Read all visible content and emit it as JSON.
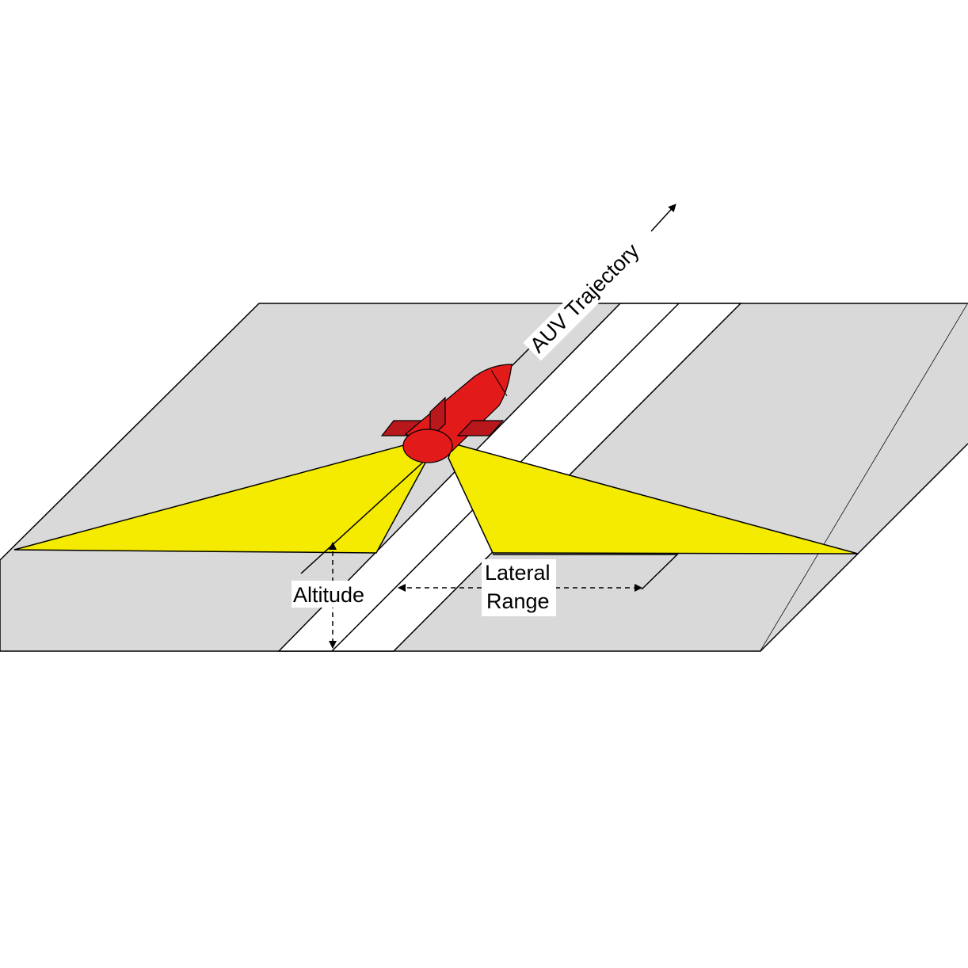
{
  "labels": {
    "trajectory": "AUV Trajectory",
    "altitude": "Altitude",
    "lateral_line1": "Lateral",
    "lateral_line2": "Range"
  },
  "colors": {
    "seafloor": "#d9d9d9",
    "nadir_gap": "#ffffff",
    "sonar_beam": "#f4eb00",
    "auv_body": "#e31a1a",
    "auv_fins": "#b8171c",
    "outline": "#000000"
  }
}
